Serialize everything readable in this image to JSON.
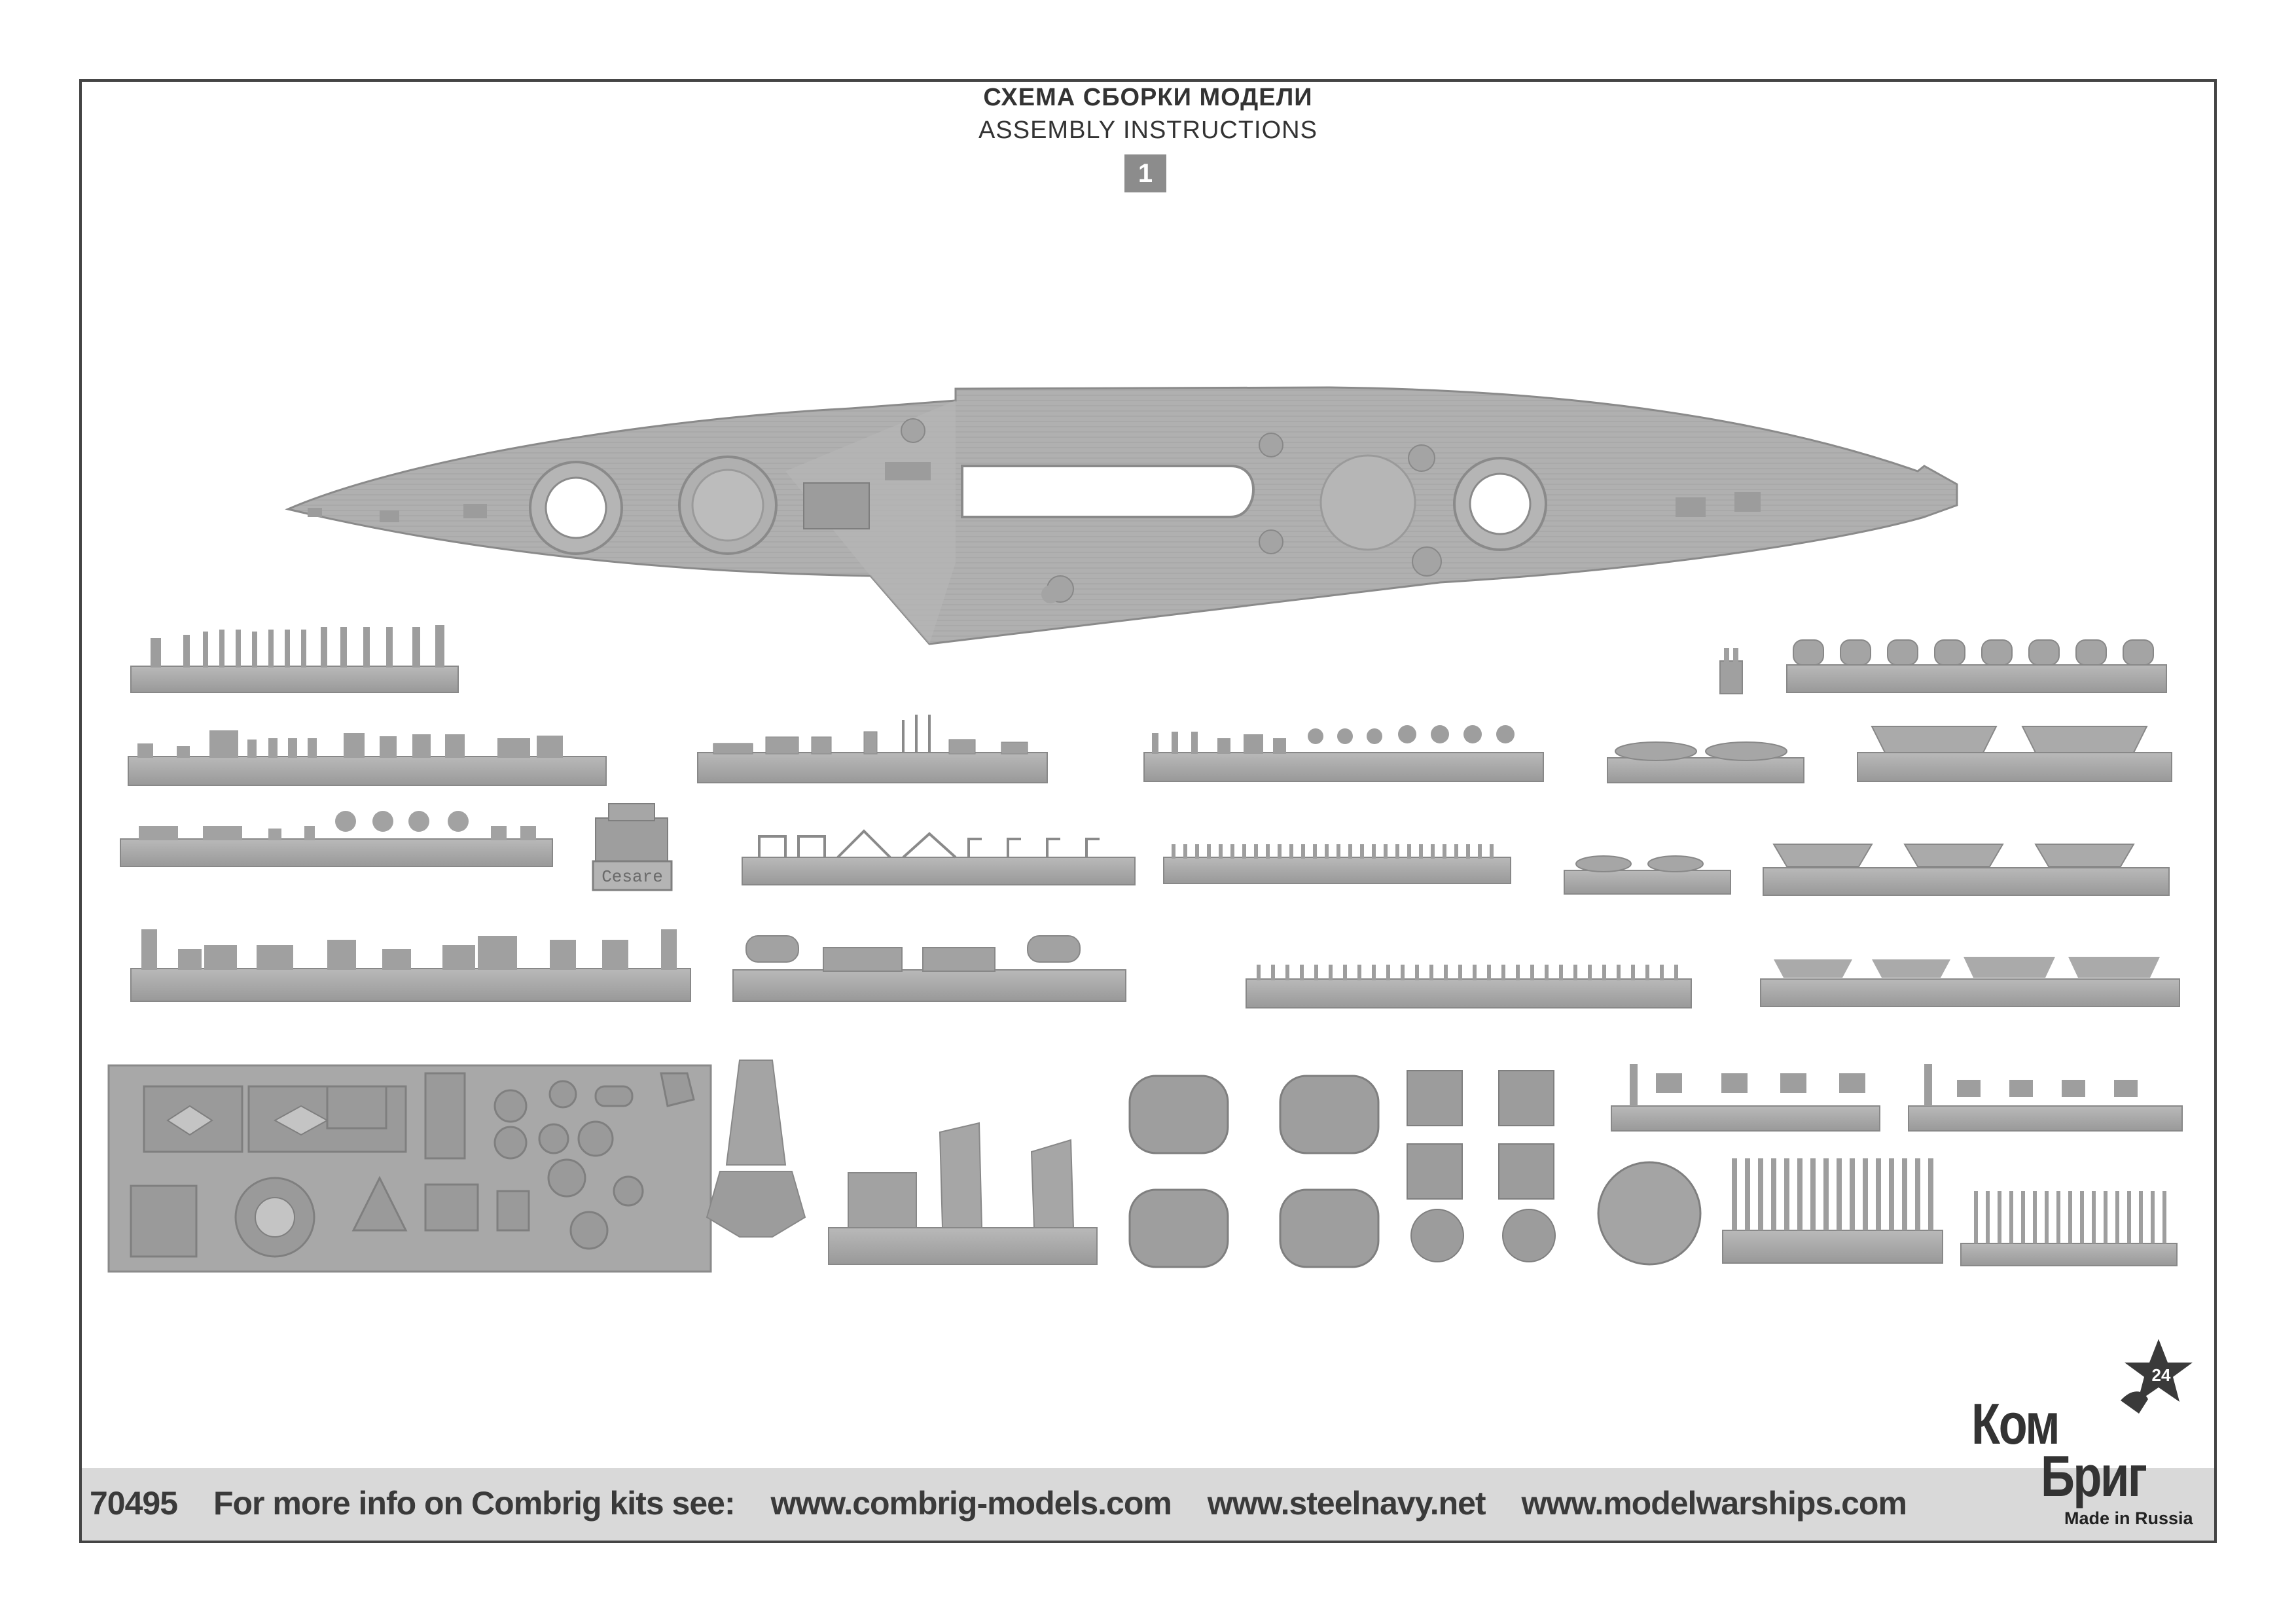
{
  "header": {
    "title_ru": "СХЕМА СБОРКИ МОДЕЛИ",
    "title_en": "ASSEMBLY INSTRUCTIONS",
    "step_number": "1"
  },
  "hull_decal": {
    "nameplate": "Cesare"
  },
  "footer": {
    "kit_number": "70495",
    "info_text": "For more info on Combrig kits see:",
    "links": [
      "www.combrig-models.com",
      "www.steelnavy.net",
      "www.modelwarships.com"
    ]
  },
  "brand": {
    "line1": "Ком",
    "line2": "Бриг",
    "tagline": "Made in Russia",
    "star_label": "24"
  },
  "colors": {
    "resin": "#a9a9a9",
    "resin_dark": "#8e8e8e",
    "resin_light": "#c2c2c2",
    "footer_band": "#d9d9d9",
    "step_box": "#8c8c8c"
  }
}
